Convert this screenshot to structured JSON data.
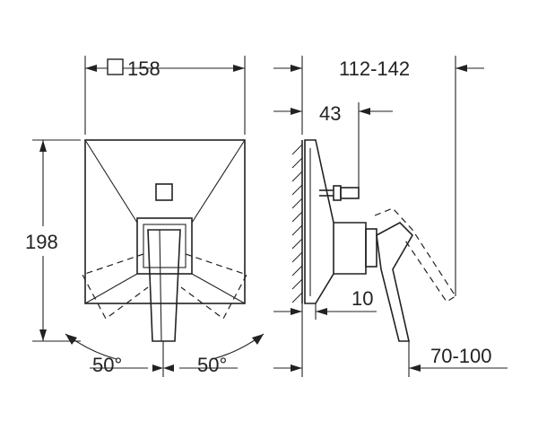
{
  "dimensions": {
    "plate_size": "158",
    "height": "198",
    "depth_range": "112-142",
    "depth_to_stop": "43",
    "projection": "10",
    "wall_range": "70-100",
    "angle_left": "50°",
    "angle_right": "50°"
  },
  "symbols": {
    "square_symbol": "square-symbol-icon"
  }
}
